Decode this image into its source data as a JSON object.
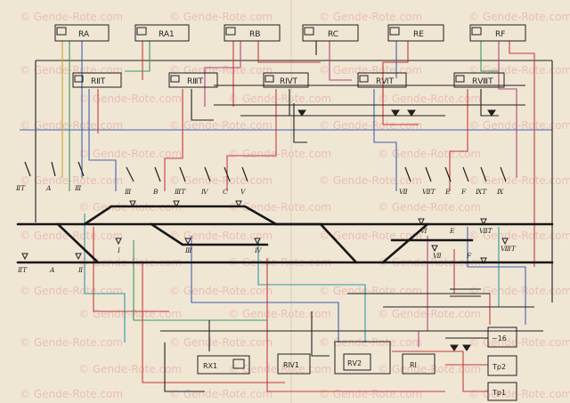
{
  "watermark": "© Gende-Rote.com",
  "relays_top": [
    "RA",
    "RA1",
    "RB",
    "RC",
    "RE",
    "RF"
  ],
  "relays_second": [
    "RⅡT",
    "RⅢT",
    "RⅣT",
    "RⅥT",
    "RⅧT"
  ],
  "switch_labels": [
    "ⅡT",
    "A",
    "Ⅲ",
    "Ⅲ",
    "B",
    "ⅢT",
    "Ⅳ",
    "C",
    "Ⅴ",
    "Ⅶ",
    "ⅦT",
    "E",
    "F",
    "ⅨT",
    "Ⅸ"
  ],
  "track_labels": [
    "ⅡT",
    "A",
    "Ⅱ",
    "Ⅰ",
    "Ⅲ",
    "Ⅳ",
    "Ⅵ",
    "E",
    "ⅦT",
    "Ⅶ",
    "F",
    "ⅧT"
  ],
  "bottom_boxes": [
    "RX1",
    "RⅣ1",
    "RⅤ2",
    "RⅠ"
  ],
  "right_boxes": [
    "~16",
    "Tp2",
    "Tp1"
  ],
  "colors": {
    "paper": "#f0e6d4",
    "ink": "#1f1f1f",
    "red": "#c63b3b",
    "blue": "#3f63b0",
    "green": "#3a9a5c",
    "teal": "#2f9aa3",
    "magenta": "#b0467e",
    "yellow": "#c9a53a",
    "watermark": "#e7b8b2"
  }
}
